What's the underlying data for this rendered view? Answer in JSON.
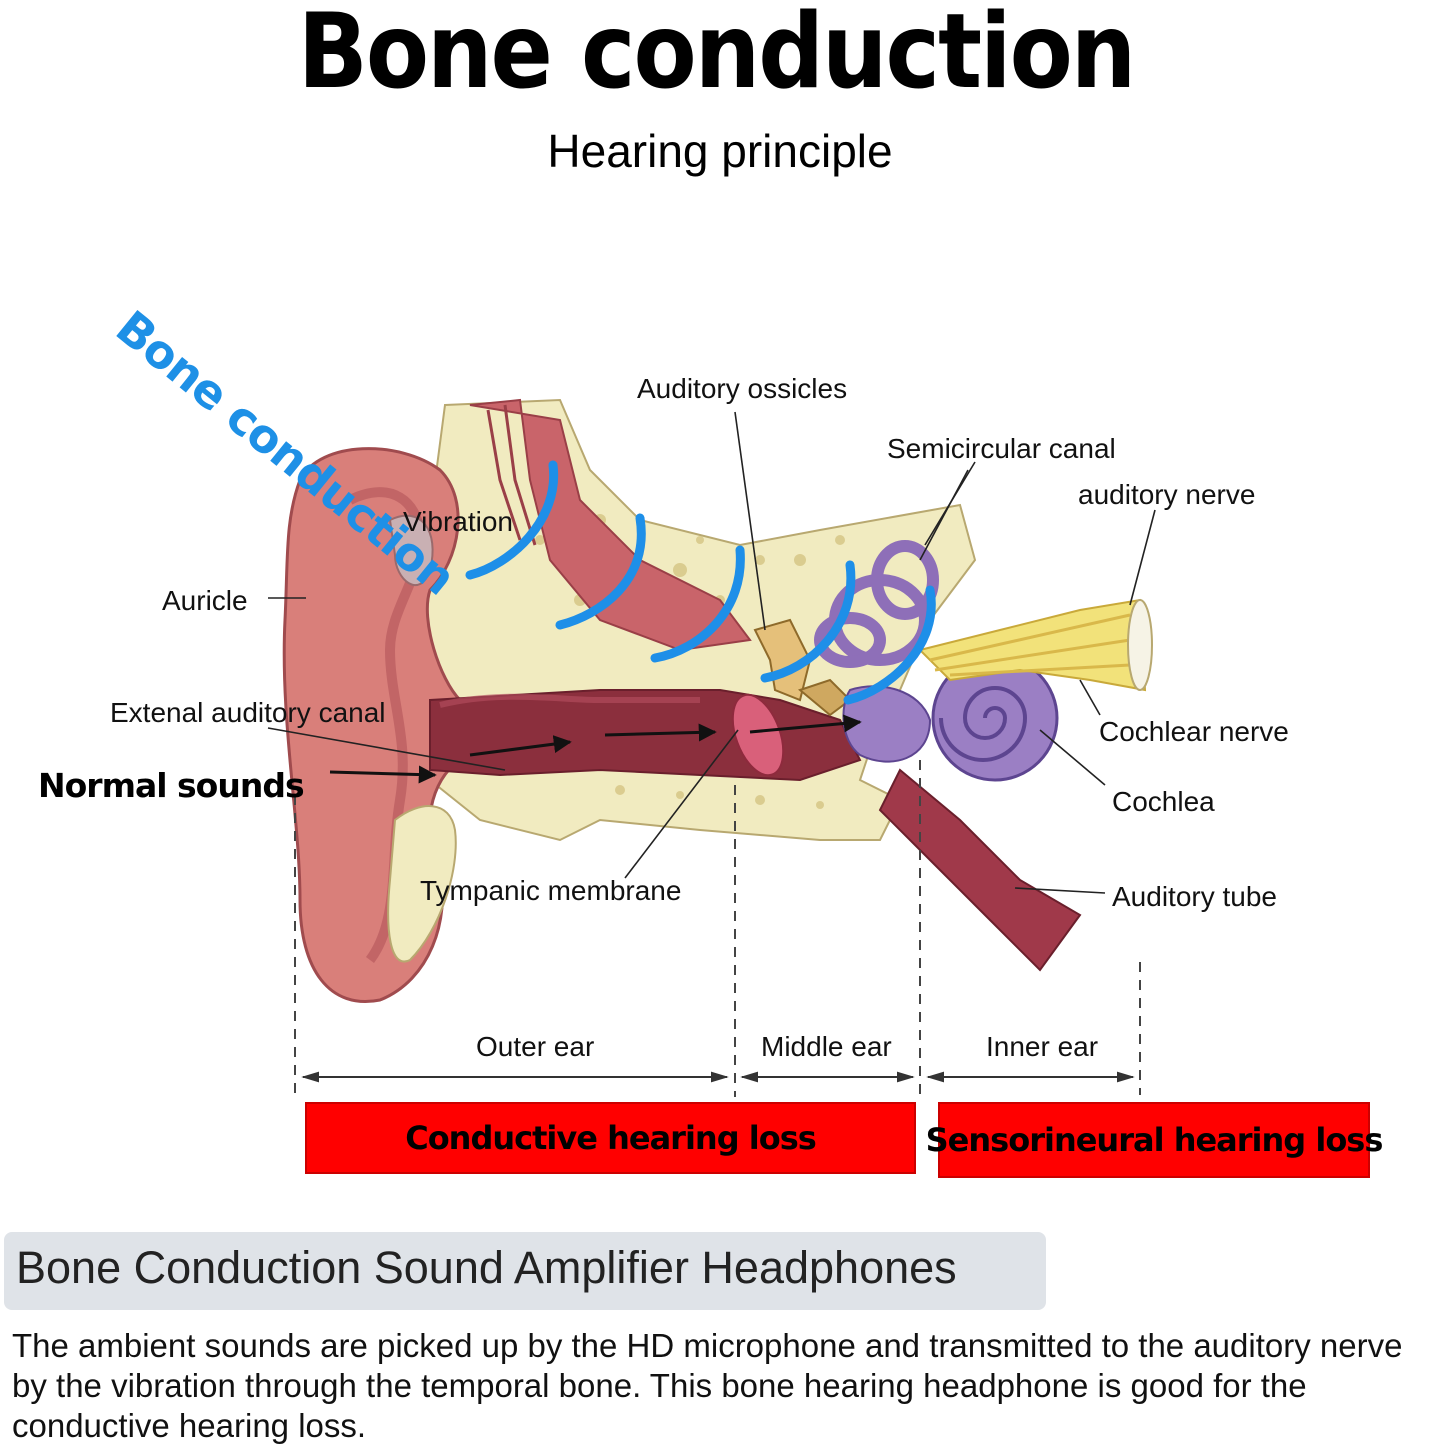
{
  "header": {
    "title": "Bone conduction",
    "subtitle": "Hearing principle"
  },
  "diagram": {
    "bone_conduction_tag": "Bone conduction",
    "normal_sounds_tag": "Normal sounds",
    "labels": {
      "vibration": "Vibration",
      "auditory_ossicles": "Auditory ossicles",
      "semicircular_canal": "Semicircular canal",
      "auditory_nerve": "auditory nerve",
      "auricle": "Auricle",
      "external_auditory_canal": "Extenal auditory canal",
      "cochlear_nerve": "Cochlear nerve",
      "cochlea": "Cochlea",
      "tympanic_membrane": "Tympanic membrane",
      "auditory_tube": "Auditory tube"
    },
    "regions": {
      "outer_ear": "Outer ear",
      "middle_ear": "Middle ear",
      "inner_ear": "Inner ear"
    },
    "hearing_loss": {
      "conductive": "Conductive hearing loss",
      "sensorineural": "Sensorineural hearing loss"
    },
    "colors": {
      "wave": "#1e8fe8",
      "bone_tag": "#1e90e6",
      "loss_box": "#ff0000",
      "skin": "#d97f7a",
      "bone": "#f1ebc0",
      "inner_ear": "#9b7fc4"
    }
  },
  "product": {
    "headline": "Bone Conduction Sound Amplifier Headphones",
    "description": "The ambient sounds are picked up by the HD microphone and transmitted to the auditory nerve by the vibration through the temporal bone. This bone hearing headphone is good for the conductive hearing loss."
  }
}
